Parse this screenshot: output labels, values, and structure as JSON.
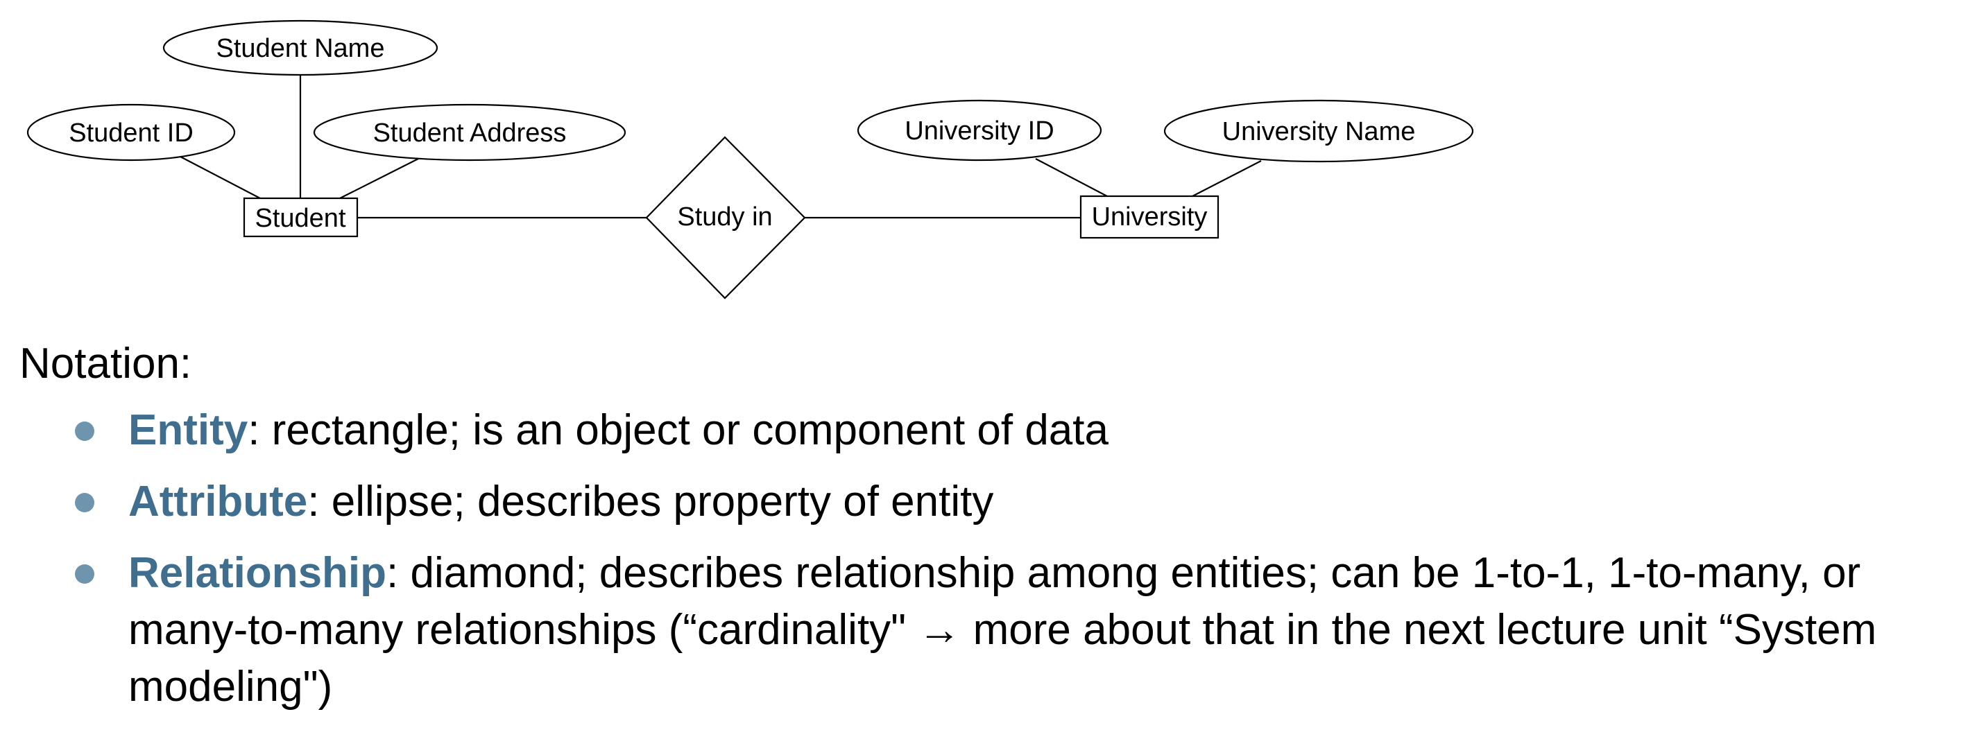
{
  "diagram": {
    "entities": [
      {
        "id": "student",
        "label": "Student"
      },
      {
        "id": "university",
        "label": "University"
      }
    ],
    "attributes": [
      {
        "id": "student-name",
        "label": "Student Name",
        "entity": "student"
      },
      {
        "id": "student-id",
        "label": "Student ID",
        "entity": "student"
      },
      {
        "id": "student-address",
        "label": "Student Address",
        "entity": "student"
      },
      {
        "id": "university-id",
        "label": "University ID",
        "entity": "university"
      },
      {
        "id": "university-name",
        "label": "University Name",
        "entity": "university"
      }
    ],
    "relationships": [
      {
        "id": "study-in",
        "label": "Study in",
        "from": "student",
        "to": "university"
      }
    ]
  },
  "notation": {
    "heading": "Notation:",
    "items": [
      {
        "term": "Entity",
        "description": ": rectangle; is an object or component of data"
      },
      {
        "term": "Attribute",
        "description": ": ellipse; describes property of entity"
      },
      {
        "term": "Relationship",
        "description": ": diamond; describes relationship among entities; can be 1-to-1, 1-to-many, or many-to-many relationships (“cardinality\" → more about that in the next lecture unit “System modeling\")"
      }
    ]
  },
  "colors": {
    "term": "#3f6e8f",
    "bullet": "#6e95ad",
    "stroke": "#000000",
    "background": "#ffffff"
  }
}
